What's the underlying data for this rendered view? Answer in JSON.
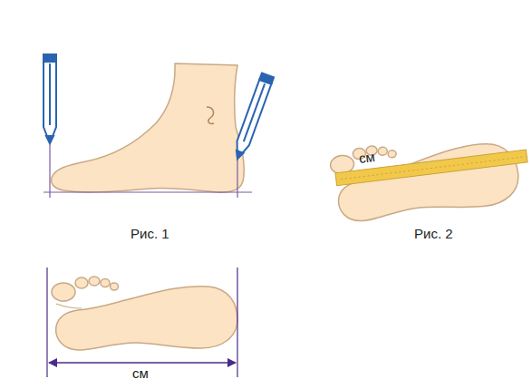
{
  "diagram": {
    "labels": [
      "Рис. 1",
      "Рис. 2",
      "см",
      "см"
    ]
  }
}
